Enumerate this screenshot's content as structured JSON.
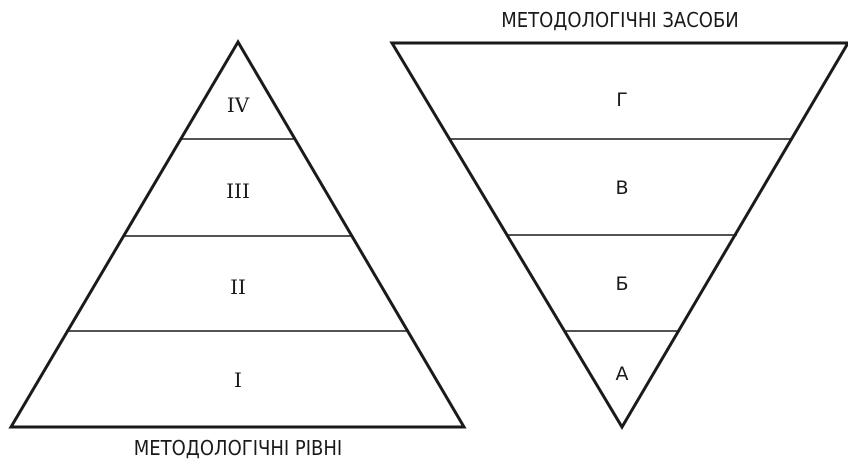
{
  "left_pyramid": {
    "caption": "МЕТОДОЛОГІЧНІ РІВНІ",
    "levels": [
      "IV",
      "III",
      "II",
      "I"
    ]
  },
  "right_pyramid": {
    "caption": "МЕТОДОЛОГІЧНІ ЗАСОБИ",
    "levels": [
      "Г",
      "В",
      "Б",
      "А"
    ]
  },
  "colors": {
    "stroke": "#1a1a1a",
    "background": "#ffffff"
  }
}
